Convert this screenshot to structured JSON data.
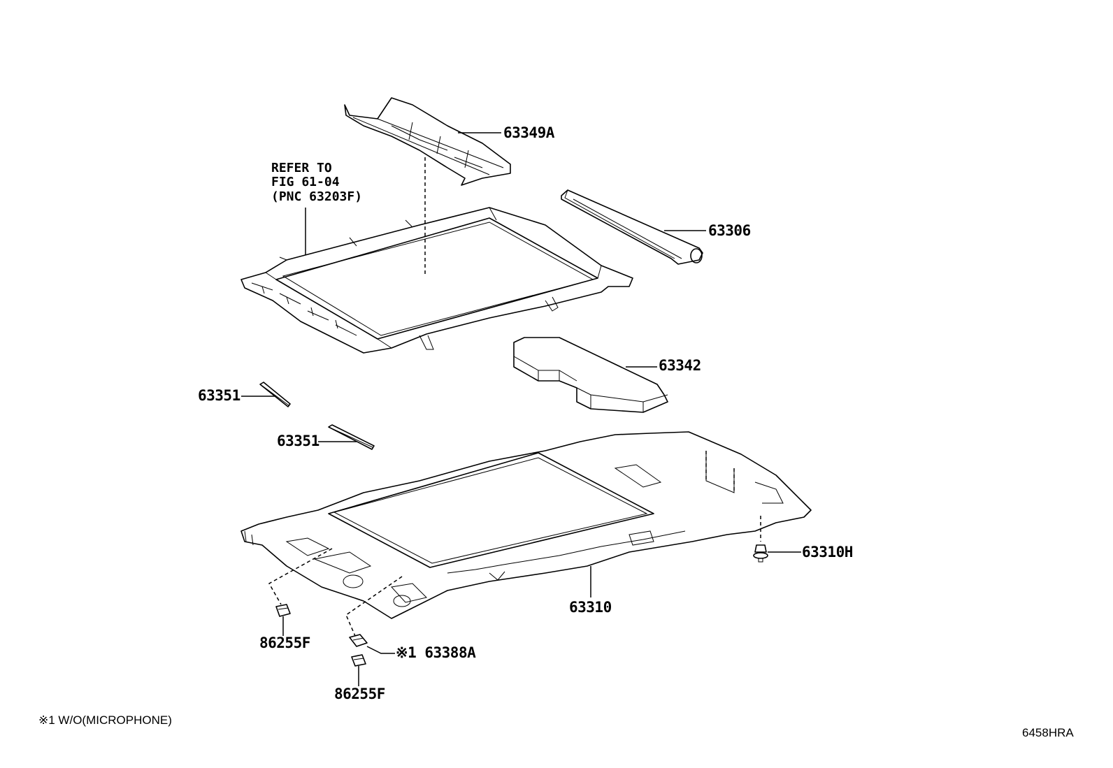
{
  "reference_note": {
    "line1": "REFER TO",
    "line2": "FIG 61-04",
    "line3": "(PNC 63203F)"
  },
  "callouts": {
    "c63349A": "63349A",
    "c63306": "63306",
    "c63342": "63342",
    "c63351_upper": "63351",
    "c63351_lower": "63351",
    "c63310H": "63310H",
    "c63310": "63310",
    "c86255F_left": "86255F",
    "c63388A": "※1 63388A",
    "c86255F_bottom": "86255F"
  },
  "footnote": "※1 W/O(MICROPHONE)",
  "figure_code": "6458HRA"
}
